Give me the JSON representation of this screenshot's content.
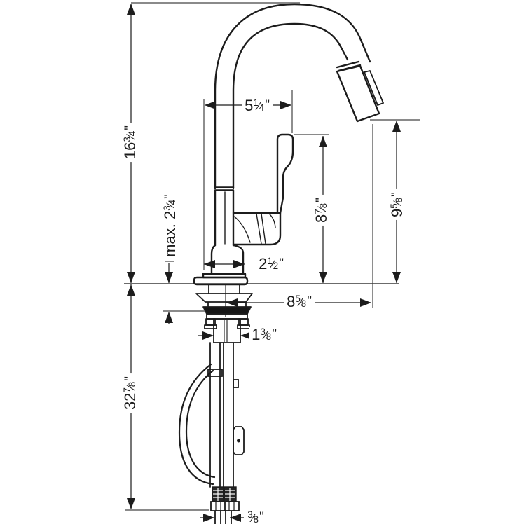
{
  "drawing": {
    "subject": "kitchen faucet with high-arc spout and pull-down sprayer, side elevation with installation dimensions",
    "style": "black line art on white background",
    "line_color": "#1c1c1c",
    "background_color": "#ffffff"
  },
  "dimensions": {
    "unit_mark": "\"",
    "overall_height": {
      "whole": "16",
      "num": "3",
      "den": "4"
    },
    "spout_reach_top": {
      "whole": "5",
      "num": "1",
      "den": "4"
    },
    "max_deck_thickness": {
      "prefix": "max. ",
      "whole": "2",
      "num": "3",
      "den": "4"
    },
    "height_to_handle_top": {
      "whole": "8",
      "num": "7",
      "den": "8"
    },
    "height_to_outlet": {
      "whole": "9",
      "num": "5",
      "den": "8"
    },
    "base_width": {
      "whole": "2",
      "num": "1",
      "den": "2"
    },
    "reach_to_outlet": {
      "whole": "8",
      "num": "5",
      "den": "8"
    },
    "shank_width": {
      "whole": "1",
      "num": "3",
      "den": "8"
    },
    "below_deck_length": {
      "whole": "32",
      "num": "7",
      "den": "8"
    },
    "connection_size": {
      "whole": "",
      "num": "3",
      "den": "8"
    }
  }
}
